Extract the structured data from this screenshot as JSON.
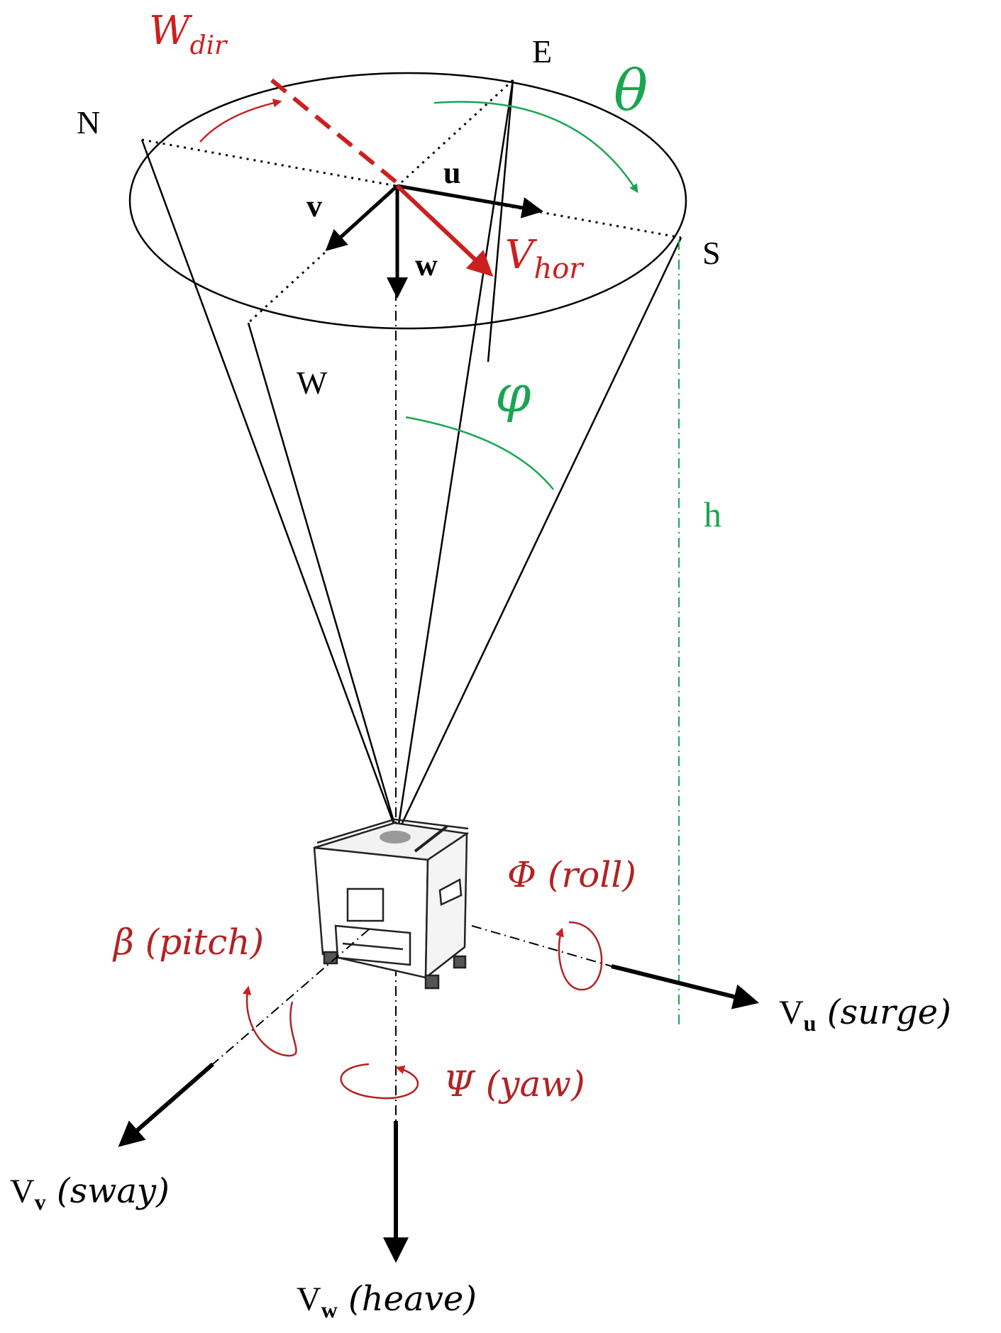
{
  "colors": {
    "red": "#cc1f1f",
    "dark_red": "#b22222",
    "green": "#1aa551",
    "black": "#000000"
  },
  "labels": {
    "north": "N",
    "east": "E",
    "south": "S",
    "west": "W",
    "theta": "θ",
    "phi": "φ",
    "height": "h",
    "u_axis": "u",
    "v_axis": "v",
    "w_axis": "w",
    "wind_dir_main": "W",
    "wind_dir_sub": "dir",
    "v_hor_main": "V",
    "v_hor_sub": "hor",
    "roll": "Φ (roll)",
    "pitch": "β (pitch)",
    "yaw": "Ψ (yaw)",
    "surge_main": "V",
    "surge_sub": "u",
    "surge_desc": " (surge)",
    "sway_main": "V",
    "sway_sub": "v",
    "sway_desc": " (sway)",
    "heave_main": "V",
    "heave_sub": "w",
    "heave_desc": " (heave)"
  },
  "icons": {
    "payload": "payload-box-icon",
    "parachute": "parachute-cone-icon"
  }
}
